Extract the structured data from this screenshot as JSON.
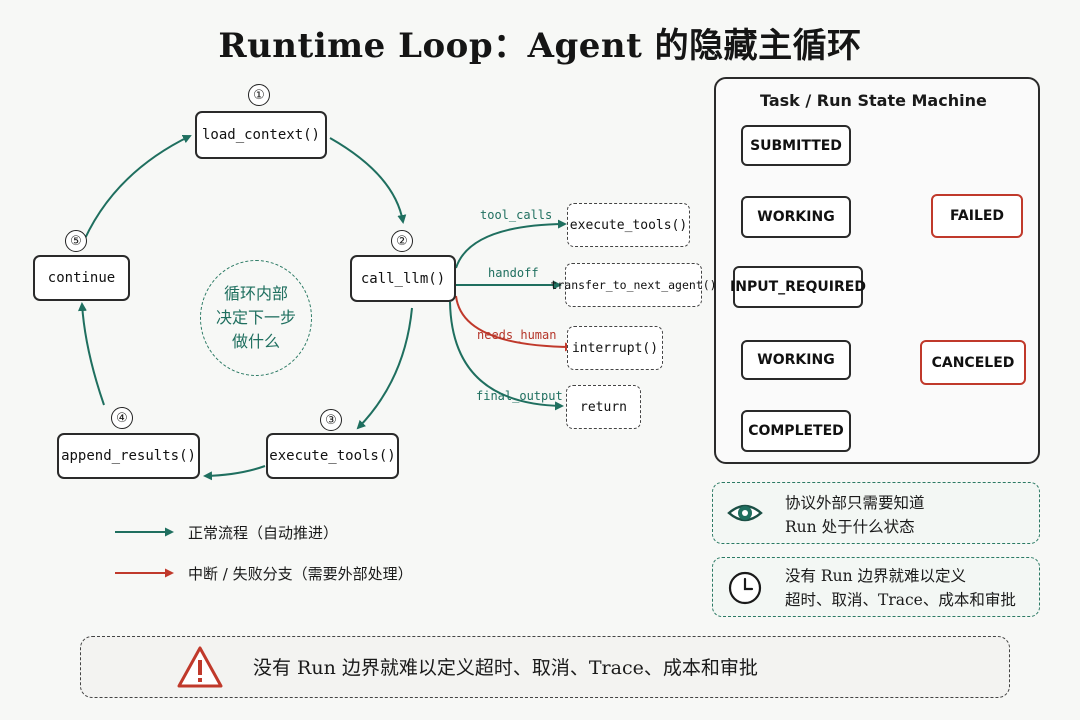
{
  "title": "Runtime Loop：Agent 的隐藏主循环",
  "loop": {
    "steps": [
      {
        "num": "①",
        "label": "load_context()"
      },
      {
        "num": "②",
        "label": "call_llm()"
      },
      {
        "num": "③",
        "label": "execute_tools()"
      },
      {
        "num": "④",
        "label": "append_results()"
      },
      {
        "num": "⑤",
        "label": "continue"
      }
    ],
    "center_lines": [
      "循环内部",
      "决定下一步",
      "做什么"
    ]
  },
  "branches": [
    {
      "edge_label": "tool_calls",
      "target": "execute_tools()",
      "kind": "normal"
    },
    {
      "edge_label": "handoff",
      "target": "transfer_to_next_agent()",
      "kind": "normal"
    },
    {
      "edge_label": "needs_human",
      "target": "interrupt()",
      "kind": "interrupt"
    },
    {
      "edge_label": "final_output",
      "target": "return",
      "kind": "normal"
    }
  ],
  "legend": {
    "normal": "正常流程（自动推进）",
    "interrupt": "中断 / 失败分支（需要外部处理）"
  },
  "state_machine": {
    "title": "Task / Run State Machine",
    "states": {
      "submitted": "SUBMITTED",
      "working1": "WORKING",
      "input_required": "INPUT_REQUIRED",
      "working2": "WORKING",
      "completed": "COMPLETED",
      "failed": "FAILED",
      "canceled": "CANCELED"
    }
  },
  "info_boxes": [
    {
      "icon": "eye-icon",
      "lines": [
        "协议外部只需要知道",
        "Run 处于什么状态"
      ]
    },
    {
      "icon": "clock-icon",
      "lines": [
        "没有 Run 边界就难以定义",
        "超时、取消、Trace、成本和审批"
      ]
    }
  ],
  "warning": {
    "icon": "warning-icon",
    "text": "没有 Run 边界就难以定义超时、取消、Trace、成本和审批"
  },
  "colors": {
    "normal": "#1f6f5f",
    "interrupt": "#c0392b",
    "outline": "#2a2a2a"
  }
}
